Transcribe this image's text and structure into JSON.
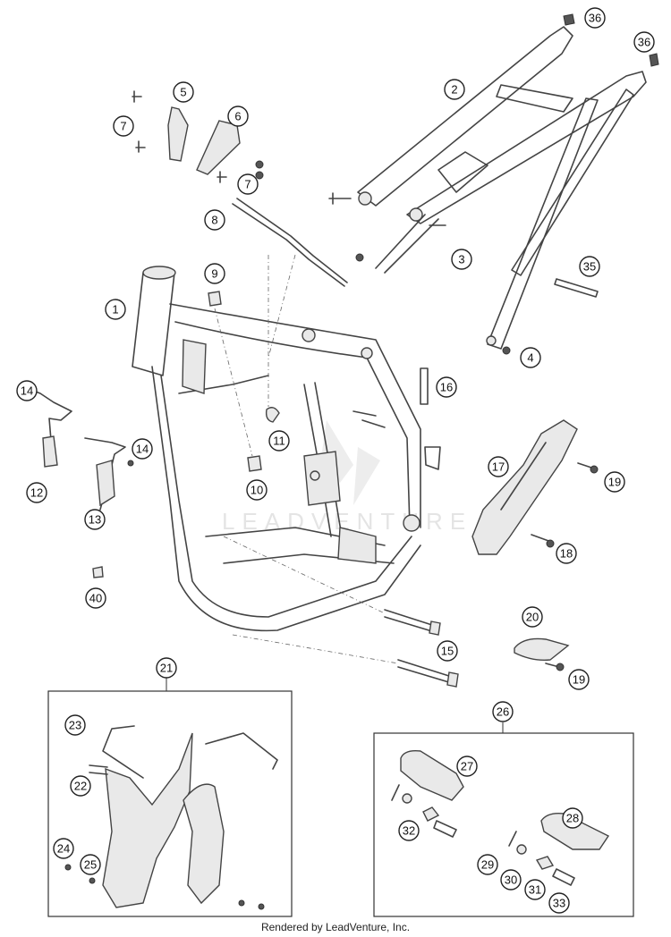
{
  "footer_text": "Rendered by LeadVenture, Inc.",
  "watermark": "LEADVENTURE",
  "callouts": [
    "1",
    "2",
    "3",
    "4",
    "5",
    "6",
    "7",
    "7",
    "8",
    "9",
    "10",
    "11",
    "12",
    "13",
    "14",
    "14",
    "15",
    "16",
    "17",
    "18",
    "19",
    "19",
    "20",
    "21",
    "22",
    "23",
    "24",
    "25",
    "26",
    "27",
    "28",
    "29",
    "30",
    "31",
    "32",
    "33",
    "35",
    "36",
    "36",
    "40"
  ]
}
